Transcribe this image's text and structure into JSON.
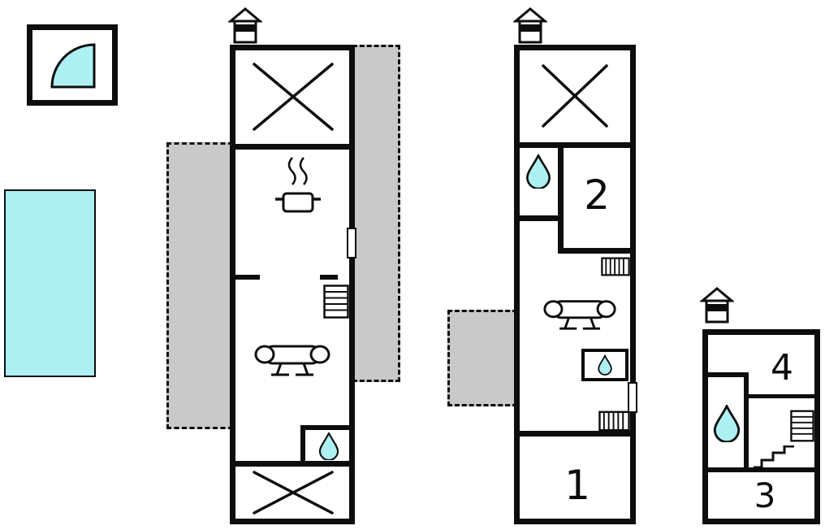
{
  "colors": {
    "water": "#adf0f2",
    "terrace": "#c9c9c9",
    "wall": "#0d0d0d",
    "background": "#ffffff"
  },
  "legend": {
    "symbol": "door-swing-quarter-circle"
  },
  "rooms": {
    "r1": "1",
    "r2": "2",
    "r3": "3",
    "r4": "4"
  },
  "icons": {
    "chimney": "chimney-icon",
    "terrace_cross": "terrace-cross-icon",
    "stove": "stove-pot-icon",
    "sofa": "sofa-icon",
    "stairs": "stairs-icon",
    "radiator": "radiator-icon",
    "water_drop": "water-drop-icon",
    "door": "door-marker",
    "steps": "steps-icon",
    "pool": "pool"
  }
}
